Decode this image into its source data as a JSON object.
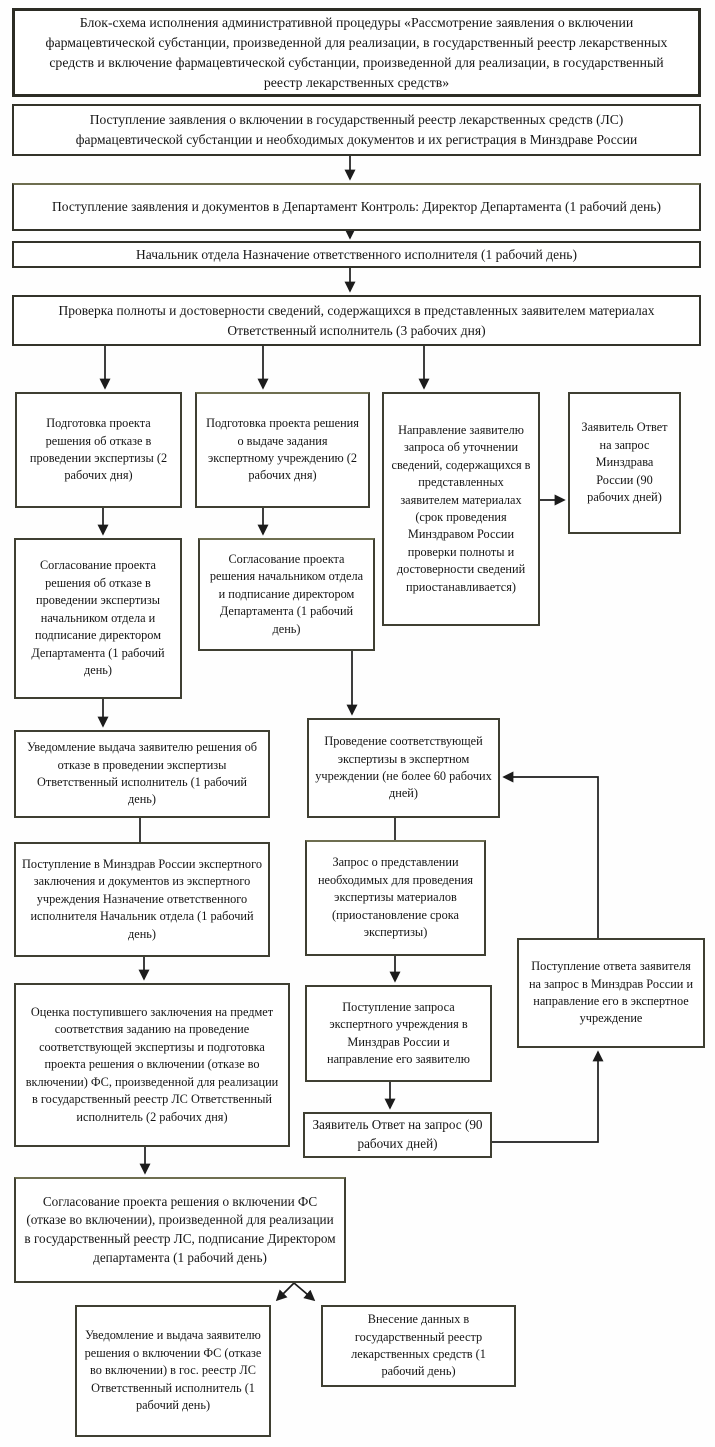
{
  "colors": {
    "box_border": "#3f3f32",
    "connector": "#1c1c1c",
    "text": "#151515",
    "background": "#ffffff"
  },
  "nodes": {
    "title": {
      "label": "Блок-схема исполнения административной процедуры «Рассмотрение заявления о включении фармацевтической субстанции, произведенной для реализации, в государственный реестр лекарственных средств и включение фармацевтической субстанции, произведенной для реализации, в государственный реестр лекарственных средств»"
    },
    "application_registration": {
      "label": "Поступление заявления о включении в государственный реестр лекарственных средств (ЛС) фармацевтической субстанции и необходимых документов и их регистрация в Минздраве России"
    },
    "department_receipt": {
      "label": "Поступление заявления и документов в Департамент Контроль: Директор Департамента (1 рабочий день)"
    },
    "executor_assignment": {
      "label": "Начальник отдела Назначение ответственного исполнителя (1 рабочий день)"
    },
    "completeness_check": {
      "label": "Проверка полноты и достоверности сведений, содержащихся в представленных заявителем материалах Ответственный исполнитель (3 рабочих дня)"
    },
    "draft_refusal": {
      "label": "Подготовка проекта решения об отказе в проведении экспертизы (2 рабочих дня)"
    },
    "draft_task": {
      "label": "Подготовка проекта решения о выдаче задания экспертному учреждению (2 рабочих дня)"
    },
    "clarification_request": {
      "label": "Направление заявителю запроса об уточнении сведений, содержащихся в представленных заявителем материалах (срок проведения Минздравом России проверки полноты и достоверности сведений приостанавливается)"
    },
    "applicant_response_90": {
      "label": "Заявитель Ответ на запрос Минздрава России (90 рабочих дней)"
    },
    "approval_refusal": {
      "label": "Согласование проекта решения об отказе в проведении экспертизы начальником отдела и подписание директором Департамента (1 рабочий день)"
    },
    "approval_task": {
      "label": "Согласование проекта решения начальником отдела и подписание директором Департамента (1 рабочий день)"
    },
    "refusal_notification": {
      "label": "Уведомление выдача заявителю решения об отказе в проведении экспертизы Ответственный исполнитель (1 рабочий день)"
    },
    "expertise": {
      "label": "Проведение соответствующей экспертизы в экспертном учреждении (не более 60 рабочих дней)"
    },
    "expert_conclusion_receipt": {
      "label": "Поступление в Минздрав России экспертного заключения и документов из экспертного учреждения Назначение ответственного исполнителя Начальник отдела (1 рабочий день)"
    },
    "materials_request": {
      "label": "Запрос о представлении необходимых для проведения экспертизы материалов (приостановление срока экспертизы)"
    },
    "applicant_answer_forwarding": {
      "label": "Поступление ответа заявителя на запрос в Минздрав России и направление его в экспертное учреждение"
    },
    "expert_request_forwarding": {
      "label": "Поступление запроса экспертного учреждения в Минздрав России и направление его заявителю"
    },
    "applicant_answer_90": {
      "label": "Заявитель Ответ на запрос (90 рабочих дней)"
    },
    "conclusion_evaluation": {
      "label": "Оценка поступившего заключения на предмет соответствия заданию на проведение соответствующей экспертизы и подготовка проекта решения о включении (отказе во включении) ФС, произведенной для реализации в государственный реестр ЛС Ответственный исполнитель (2 рабочих дня)"
    },
    "inclusion_approval": {
      "label": "Согласование проекта решения о включении ФС (отказе во включении), произведенной для реализации в государственный реестр ЛС, подписание Директором департамента (1 рабочий день)"
    },
    "inclusion_notification": {
      "label": "Уведомление и выдача заявителю решения о включении ФС (отказе во включении) в гос. реестр ЛС Ответственный исполнитель (1 рабочий день)"
    },
    "register_entry": {
      "label": "Внесение данных в государственный реестр лекарственных средств (1 рабочий день)"
    }
  }
}
